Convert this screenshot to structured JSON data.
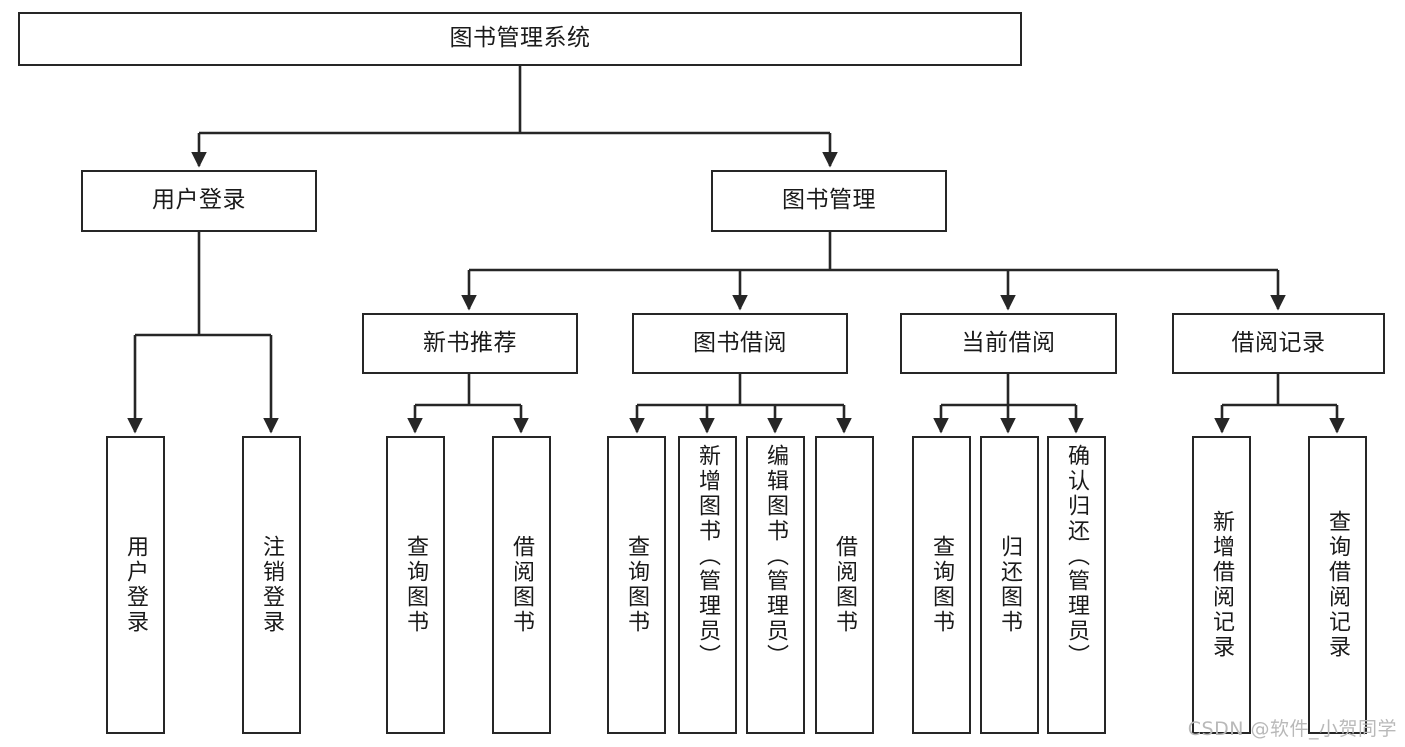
{
  "diagram": {
    "title": "图书管理系统",
    "type": "hierarchy-tree",
    "orientation": "top-down",
    "colors": {
      "box_border": "#262626",
      "box_fill": "#ffffff",
      "connector": "#262626",
      "text": "#1a1a1a",
      "watermark": "#b9b9b9",
      "background": "#ffffff"
    },
    "root": {
      "id": "root",
      "label": "图书管理系统"
    },
    "level2": [
      {
        "id": "user-login",
        "label": "用户登录"
      },
      {
        "id": "book-manage",
        "label": "图书管理"
      }
    ],
    "level3": [
      {
        "id": "new-book-rec",
        "label": "新书推荐",
        "parent": "book-manage"
      },
      {
        "id": "book-borrow",
        "label": "图书借阅",
        "parent": "book-manage"
      },
      {
        "id": "current-borrow",
        "label": "当前借阅",
        "parent": "book-manage"
      },
      {
        "id": "borrow-record",
        "label": "借阅记录",
        "parent": "book-manage"
      }
    ],
    "leaves": {
      "user-login": [
        {
          "id": "leaf-user-login",
          "label": "用户登录"
        },
        {
          "id": "leaf-logout-login",
          "label": "注销登录"
        }
      ],
      "new-book-rec": [
        {
          "id": "leaf-query-book-1",
          "label": "查询图书"
        },
        {
          "id": "leaf-borrow-book-1",
          "label": "借阅图书"
        }
      ],
      "book-borrow": [
        {
          "id": "leaf-query-book-2",
          "label": "查询图书"
        },
        {
          "id": "leaf-add-book-admin",
          "label": "新增图书（管理员）"
        },
        {
          "id": "leaf-edit-book-admin",
          "label": "编辑图书（管理员）"
        },
        {
          "id": "leaf-borrow-book-2",
          "label": "借阅图书"
        }
      ],
      "current-borrow": [
        {
          "id": "leaf-query-book-3",
          "label": "查询图书"
        },
        {
          "id": "leaf-return-book",
          "label": "归还图书"
        },
        {
          "id": "leaf-confirm-return-admin",
          "label": "确认归还（管理员）"
        }
      ],
      "borrow-record": [
        {
          "id": "leaf-add-record",
          "label": "新增借阅记录"
        },
        {
          "id": "leaf-query-record",
          "label": "查询借阅记录"
        }
      ]
    }
  },
  "watermark": {
    "text": "CSDN @软件_小贺同学"
  }
}
